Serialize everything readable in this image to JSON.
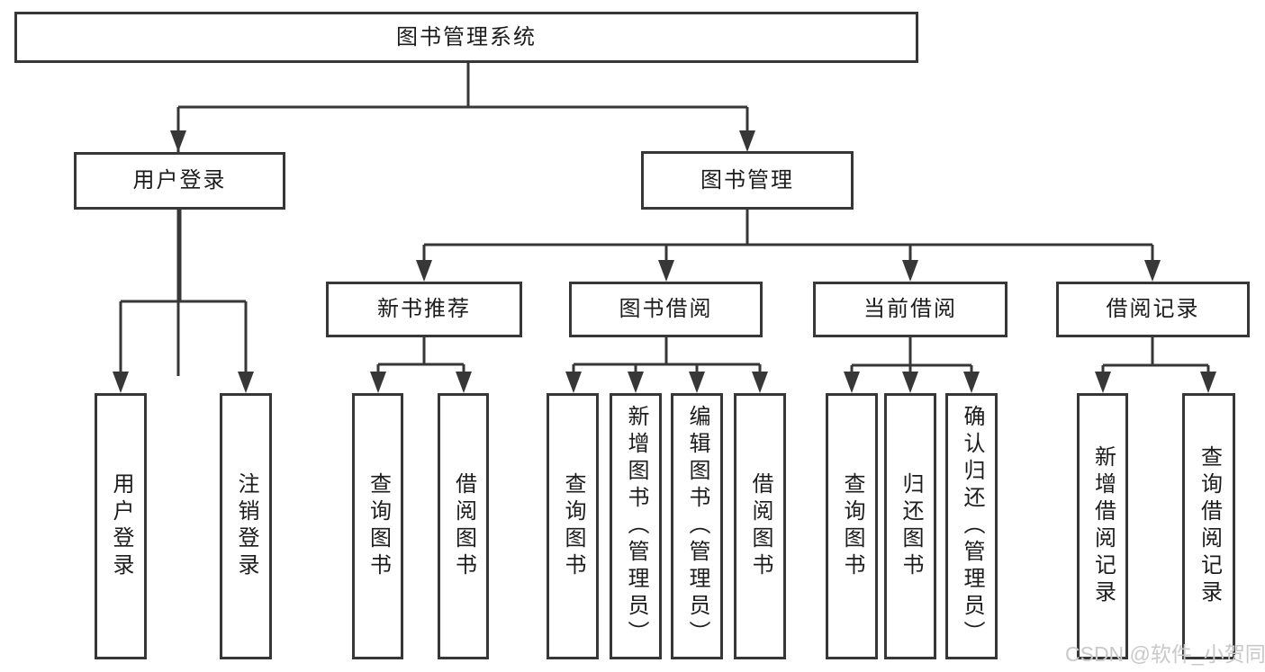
{
  "title": "图书管理系统",
  "watermark": {
    "text": "CSDN @软件_小贺同学"
  },
  "colors": {
    "line": "#373737",
    "border": "#373737",
    "text": "#1c1c1c",
    "watermark": "#c9c9c9",
    "background": "#ffffff"
  },
  "nodes": {
    "root": "图书管理系统",
    "userLogin": "用户登录",
    "bookMgmt": "图书管理",
    "newBookRec": "新书推荐",
    "bookBorrow": "图书借阅",
    "currentBorrow": "当前借阅",
    "borrowRecords": "借阅记录",
    "leafUserLogin": "用户登录",
    "leafLogout": "注销登录",
    "leafRecQuery": "查询图书",
    "leafRecBorrow": "借阅图书",
    "leafBorrowQuery": "查询图书",
    "leafBorrowAdd": "新增图书（管理员）",
    "leafBorrowEdit": "编辑图书（管理员）",
    "leafBorrowBorrow": "借阅图书",
    "leafCurrentQuery": "查询图书",
    "leafCurrentReturn": "归还图书",
    "leafCurrentConfirm": "确认归还（管理员）",
    "leafRecordAdd": "新增借阅记录",
    "leafRecordQuery": "查询借阅记录"
  }
}
